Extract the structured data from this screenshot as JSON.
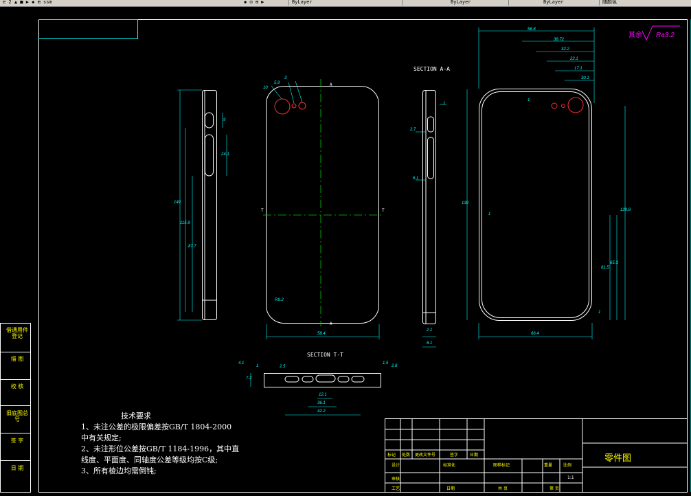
{
  "toolbar": {
    "segments": [
      "e 2 ▲ ■ ▶ ◆ ⊞ ssm",
      "◆ ⊡ ⊞ ▶",
      "ByLayer",
      "ByLayer",
      "ByLayer",
      "随颜色"
    ]
  },
  "drawing": {
    "section_aa_label": "SECTION A-A",
    "section_tt_label": "SECTION T-T",
    "roughness_prefix": "其余",
    "roughness_value": "Ra3.2",
    "marker_a": "A",
    "marker_t": "T",
    "dims": {
      "top_58": "58.8",
      "top_38": "38.72",
      "top_32": "32.2",
      "top_22": "22.1",
      "top_17": "17.1",
      "top_30": "30.1",
      "right_1": "1",
      "side_9": "9",
      "side_24": "24.1",
      "side_149": "149",
      "side_1159": "115.9",
      "side_877": "87.7",
      "front_r": "R9.2",
      "front_w": "58.4",
      "circle_a": "10",
      "circle_b": "5.9",
      "circle_c": "3",
      "sec_1": "1",
      "sec_27": "2.7",
      "sec_61": "6.1",
      "sec_21": "2.1",
      "sec_81": "8.1",
      "back_139": "139",
      "back_1": "1",
      "back_1298": "129.8",
      "back_615": "61.5",
      "back_653": "65.3",
      "back_1b": "1",
      "back_w": "66.4",
      "tt_41": "4.1",
      "tt_1": "1",
      "tt_25": "2.5",
      "tt_15": "1.5",
      "tt_28": "2.8",
      "tt_72": "7.2",
      "tt_121": "12.1",
      "tt_361": "36.1",
      "tt_422": "42.2"
    }
  },
  "side_labels": [
    "借通用件登记",
    "描  图",
    "校  核",
    "旧底图总号",
    "签  字",
    "日  期"
  ],
  "tech_notes": {
    "title": "技术要求",
    "line1": "1、未注公差的极限偏差按GB/T 1804-2000",
    "line2": "中有关规定;",
    "line3": "2、未注形位公差按GB/T 1184-1996，其中直",
    "line4": "   线度、平面度、同轴度公差等级均按C级;",
    "line5": "3、所有棱边均需倒钝;"
  },
  "title_block": {
    "part_name": "零件图",
    "cells": [
      "标记",
      "处数",
      "更改文件号",
      "签字",
      "日期",
      "设计",
      "标准化",
      "图样标记",
      "重量",
      "比例",
      "审核",
      "1:1",
      "工艺",
      "日期",
      "共  页",
      "第  页"
    ]
  },
  "colors": {
    "background": "#000000",
    "geometry": "#ffffff",
    "dimension": "#00ffff",
    "centerline": "#00cc00",
    "hole": "#ff3030",
    "roughness": "#ff00ff",
    "label": "#ffff00"
  }
}
